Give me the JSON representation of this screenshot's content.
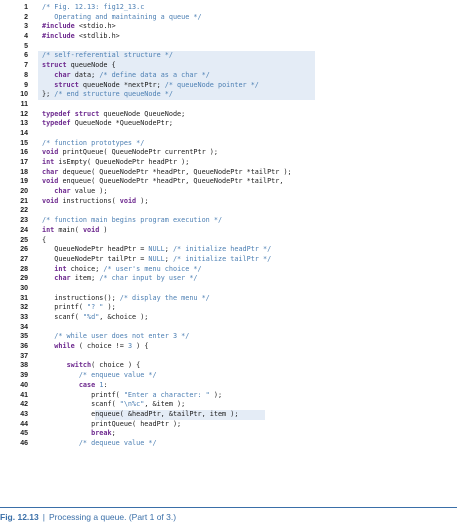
{
  "lines": [
    {
      "n": "1",
      "hl": false,
      "tokens": [
        {
          "t": "cm",
          "v": "/* Fig. 12.13: fig12_13.c"
        }
      ]
    },
    {
      "n": "2",
      "hl": false,
      "tokens": [
        {
          "t": "cm",
          "v": "   Operating and maintaining a queue */"
        }
      ]
    },
    {
      "n": "3",
      "hl": false,
      "tokens": [
        {
          "t": "kw",
          "v": "#include"
        },
        {
          "t": "tx",
          "v": " <stdio.h>"
        }
      ]
    },
    {
      "n": "4",
      "hl": false,
      "tokens": [
        {
          "t": "kw",
          "v": "#include"
        },
        {
          "t": "tx",
          "v": " <stdlib.h>"
        }
      ]
    },
    {
      "n": "5",
      "hl": false,
      "tokens": []
    },
    {
      "n": "6",
      "hl": true,
      "tokens": [
        {
          "t": "cm",
          "v": "/* self-referential structure */"
        }
      ]
    },
    {
      "n": "7",
      "hl": true,
      "tokens": [
        {
          "t": "kw",
          "v": "struct"
        },
        {
          "t": "tx",
          "v": " queueNode {"
        }
      ]
    },
    {
      "n": "8",
      "hl": true,
      "tokens": [
        {
          "t": "tx",
          "v": "   "
        },
        {
          "t": "kw",
          "v": "char"
        },
        {
          "t": "tx",
          "v": " data; "
        },
        {
          "t": "cm",
          "v": "/* define data as a char */"
        }
      ]
    },
    {
      "n": "9",
      "hl": true,
      "tokens": [
        {
          "t": "tx",
          "v": "   "
        },
        {
          "t": "kw",
          "v": "struct"
        },
        {
          "t": "tx",
          "v": " queueNode *nextPtr; "
        },
        {
          "t": "cm",
          "v": "/* queueNode pointer */"
        }
      ]
    },
    {
      "n": "10",
      "hl": true,
      "tokens": [
        {
          "t": "tx",
          "v": "}; "
        },
        {
          "t": "cm",
          "v": "/* end structure queueNode */"
        }
      ]
    },
    {
      "n": "11",
      "hl": false,
      "tokens": []
    },
    {
      "n": "12",
      "hl": false,
      "tokens": [
        {
          "t": "kw",
          "v": "typedef struct"
        },
        {
          "t": "tx",
          "v": " queueNode QueueNode;"
        }
      ]
    },
    {
      "n": "13",
      "hl": false,
      "tokens": [
        {
          "t": "kw",
          "v": "typedef"
        },
        {
          "t": "tx",
          "v": " QueueNode *QueueNodePtr;"
        }
      ]
    },
    {
      "n": "14",
      "hl": false,
      "tokens": []
    },
    {
      "n": "15",
      "hl": false,
      "tokens": [
        {
          "t": "cm",
          "v": "/* function prototypes */"
        }
      ]
    },
    {
      "n": "16",
      "hl": false,
      "tokens": [
        {
          "t": "kw",
          "v": "void"
        },
        {
          "t": "tx",
          "v": " printQueue( QueueNodePtr currentPtr );"
        }
      ]
    },
    {
      "n": "17",
      "hl": false,
      "tokens": [
        {
          "t": "kw",
          "v": "int"
        },
        {
          "t": "tx",
          "v": " isEmpty( QueueNodePtr headPtr );"
        }
      ]
    },
    {
      "n": "18",
      "hl": false,
      "tokens": [
        {
          "t": "kw",
          "v": "char"
        },
        {
          "t": "tx",
          "v": " dequeue( QueueNodePtr *headPtr, QueueNodePtr *tailPtr );"
        }
      ]
    },
    {
      "n": "19",
      "hl": false,
      "tokens": [
        {
          "t": "kw",
          "v": "void"
        },
        {
          "t": "tx",
          "v": " enqueue( QueueNodePtr *headPtr, QueueNodePtr *tailPtr,"
        }
      ]
    },
    {
      "n": "20",
      "hl": false,
      "tokens": [
        {
          "t": "tx",
          "v": "   "
        },
        {
          "t": "kw",
          "v": "char"
        },
        {
          "t": "tx",
          "v": " value );"
        }
      ]
    },
    {
      "n": "21",
      "hl": false,
      "tokens": [
        {
          "t": "kw",
          "v": "void"
        },
        {
          "t": "tx",
          "v": " instructions( "
        },
        {
          "t": "kw",
          "v": "void"
        },
        {
          "t": "tx",
          "v": " );"
        }
      ]
    },
    {
      "n": "22",
      "hl": false,
      "tokens": []
    },
    {
      "n": "23",
      "hl": false,
      "tokens": [
        {
          "t": "cm",
          "v": "/* function main begins program execution */"
        }
      ]
    },
    {
      "n": "24",
      "hl": false,
      "tokens": [
        {
          "t": "kw",
          "v": "int"
        },
        {
          "t": "tx",
          "v": " main( "
        },
        {
          "t": "kw",
          "v": "void"
        },
        {
          "t": "tx",
          "v": " )"
        }
      ]
    },
    {
      "n": "25",
      "hl": false,
      "tokens": [
        {
          "t": "tx",
          "v": "{"
        }
      ]
    },
    {
      "n": "26",
      "hl": false,
      "tokens": [
        {
          "t": "tx",
          "v": "   QueueNodePtr headPtr = "
        },
        {
          "t": "st",
          "v": "NULL"
        },
        {
          "t": "tx",
          "v": "; "
        },
        {
          "t": "cm",
          "v": "/* initialize headPtr */"
        }
      ]
    },
    {
      "n": "27",
      "hl": false,
      "tokens": [
        {
          "t": "tx",
          "v": "   QueueNodePtr tailPtr = "
        },
        {
          "t": "st",
          "v": "NULL"
        },
        {
          "t": "tx",
          "v": "; "
        },
        {
          "t": "cm",
          "v": "/* initialize tailPtr */"
        }
      ]
    },
    {
      "n": "28",
      "hl": false,
      "tokens": [
        {
          "t": "tx",
          "v": "   "
        },
        {
          "t": "kw",
          "v": "int"
        },
        {
          "t": "tx",
          "v": " choice; "
        },
        {
          "t": "cm",
          "v": "/* user's menu choice */"
        }
      ]
    },
    {
      "n": "29",
      "hl": false,
      "tokens": [
        {
          "t": "tx",
          "v": "   "
        },
        {
          "t": "kw",
          "v": "char"
        },
        {
          "t": "tx",
          "v": " item; "
        },
        {
          "t": "cm",
          "v": "/* char input by user */"
        }
      ]
    },
    {
      "n": "30",
      "hl": false,
      "tokens": []
    },
    {
      "n": "31",
      "hl": false,
      "tokens": [
        {
          "t": "tx",
          "v": "   instructions(); "
        },
        {
          "t": "cm",
          "v": "/* display the menu */"
        }
      ]
    },
    {
      "n": "32",
      "hl": false,
      "tokens": [
        {
          "t": "tx",
          "v": "   printf( "
        },
        {
          "t": "st",
          "v": "\"? \""
        },
        {
          "t": "tx",
          "v": " );"
        }
      ]
    },
    {
      "n": "33",
      "hl": false,
      "tokens": [
        {
          "t": "tx",
          "v": "   scanf( "
        },
        {
          "t": "st",
          "v": "\"%d\""
        },
        {
          "t": "tx",
          "v": ", &choice );"
        }
      ]
    },
    {
      "n": "34",
      "hl": false,
      "tokens": []
    },
    {
      "n": "35",
      "hl": false,
      "tokens": [
        {
          "t": "tx",
          "v": "   "
        },
        {
          "t": "cm",
          "v": "/* while user does not enter 3 */"
        }
      ]
    },
    {
      "n": "36",
      "hl": false,
      "tokens": [
        {
          "t": "tx",
          "v": "   "
        },
        {
          "t": "kw",
          "v": "while"
        },
        {
          "t": "tx",
          "v": " ( choice != "
        },
        {
          "t": "st",
          "v": "3"
        },
        {
          "t": "tx",
          "v": " ) {"
        }
      ]
    },
    {
      "n": "37",
      "hl": false,
      "tokens": []
    },
    {
      "n": "38",
      "hl": false,
      "tokens": [
        {
          "t": "tx",
          "v": "      "
        },
        {
          "t": "kw",
          "v": "switch"
        },
        {
          "t": "tx",
          "v": "( choice ) {"
        }
      ]
    },
    {
      "n": "39",
      "hl": false,
      "tokens": [
        {
          "t": "tx",
          "v": "         "
        },
        {
          "t": "cm",
          "v": "/* enqueue value */"
        }
      ]
    },
    {
      "n": "40",
      "hl": false,
      "tokens": [
        {
          "t": "tx",
          "v": "         "
        },
        {
          "t": "kw",
          "v": "case"
        },
        {
          "t": "tx",
          "v": " "
        },
        {
          "t": "st",
          "v": "1"
        },
        {
          "t": "tx",
          "v": ":"
        }
      ]
    },
    {
      "n": "41",
      "hl": false,
      "tokens": [
        {
          "t": "tx",
          "v": "            printf( "
        },
        {
          "t": "st",
          "v": "\"Enter a character: \""
        },
        {
          "t": "tx",
          "v": " );"
        }
      ]
    },
    {
      "n": "42",
      "hl": false,
      "tokens": [
        {
          "t": "tx",
          "v": "            scanf( "
        },
        {
          "t": "st",
          "v": "\"\\n%c\""
        },
        {
          "t": "tx",
          "v": ", &item );"
        }
      ]
    },
    {
      "n": "43",
      "hl": "partial",
      "tokens": [
        {
          "t": "tx",
          "v": "            enqueue( &headPtr, &tailPtr, item );"
        }
      ]
    },
    {
      "n": "44",
      "hl": false,
      "tokens": [
        {
          "t": "tx",
          "v": "            printQueue( headPtr );"
        }
      ]
    },
    {
      "n": "45",
      "hl": false,
      "tokens": [
        {
          "t": "tx",
          "v": "            "
        },
        {
          "t": "kw",
          "v": "break"
        },
        {
          "t": "tx",
          "v": ";"
        }
      ]
    },
    {
      "n": "46",
      "hl": false,
      "tokens": [
        {
          "t": "tx",
          "v": "         "
        },
        {
          "t": "cm",
          "v": "/* dequeue value */"
        }
      ]
    }
  ],
  "caption": {
    "label": "Fig. 12.13",
    "separator": "|",
    "text": "Processing a queue. (Part 1 of 3.)"
  },
  "colors": {
    "keyword": "#6e2a8f",
    "comment": "#4c7fb3",
    "highlight": "#e4ecf6",
    "caption": "#3a6fa8"
  }
}
